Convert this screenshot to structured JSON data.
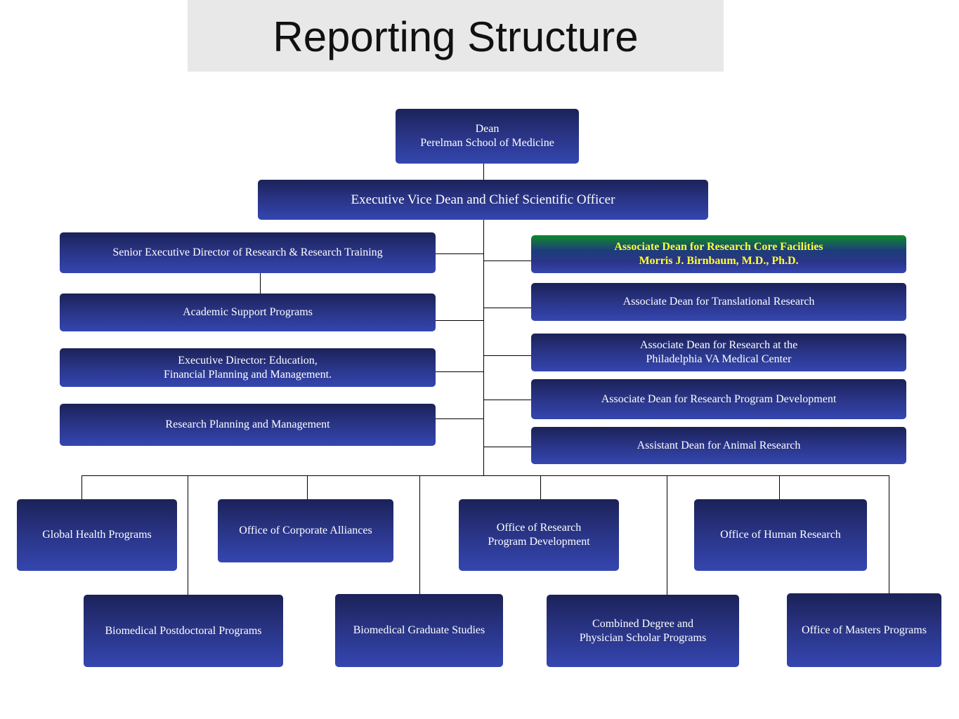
{
  "title": "Reporting Structure",
  "dean": {
    "line1": "Dean",
    "line2": "Perelman School of Medicine"
  },
  "executive_vice_dean": "Executive Vice Dean and Chief Scientific Officer",
  "left_column": {
    "senior_exec_director": "Senior Executive Director of Research & Research Training",
    "academic_support": "Academic Support Programs",
    "exec_director_line1": "Executive Director: Education,",
    "exec_director_line2": "Financial Planning and Management.",
    "research_planning": "Research Planning and Management"
  },
  "right_column": {
    "core_facilities_line1": "Associate Dean for Research Core Facilities",
    "core_facilities_line2": "Morris J. Birnbaum, M.D., Ph.D.",
    "translational": "Associate Dean for Translational Research",
    "va_line1": "Associate Dean for Research at the",
    "va_line2": "Philadelphia VA Medical Center",
    "program_development": "Associate Dean for Research Program Development",
    "animal_research": "Assistant Dean for Animal Research"
  },
  "bottom_row_1": {
    "global_health": "Global Health Programs",
    "corporate_alliances": "Office of Corporate Alliances",
    "orpd_line1": "Office of Research",
    "orpd_line2": "Program Development",
    "human_research": "Office of Human Research"
  },
  "bottom_row_2": {
    "postdoc": "Biomedical Postdoctoral Programs",
    "graduate": "Biomedical Graduate Studies",
    "combined_line1": "Combined Degree and",
    "combined_line2": "Physician Scholar Programs",
    "masters": "Office of Masters Programs"
  },
  "colors": {
    "box_dark": "#1b2258",
    "box_light": "#3446b0",
    "highlight_text": "#ffff33",
    "highlight_green": "#0e8a2a"
  }
}
